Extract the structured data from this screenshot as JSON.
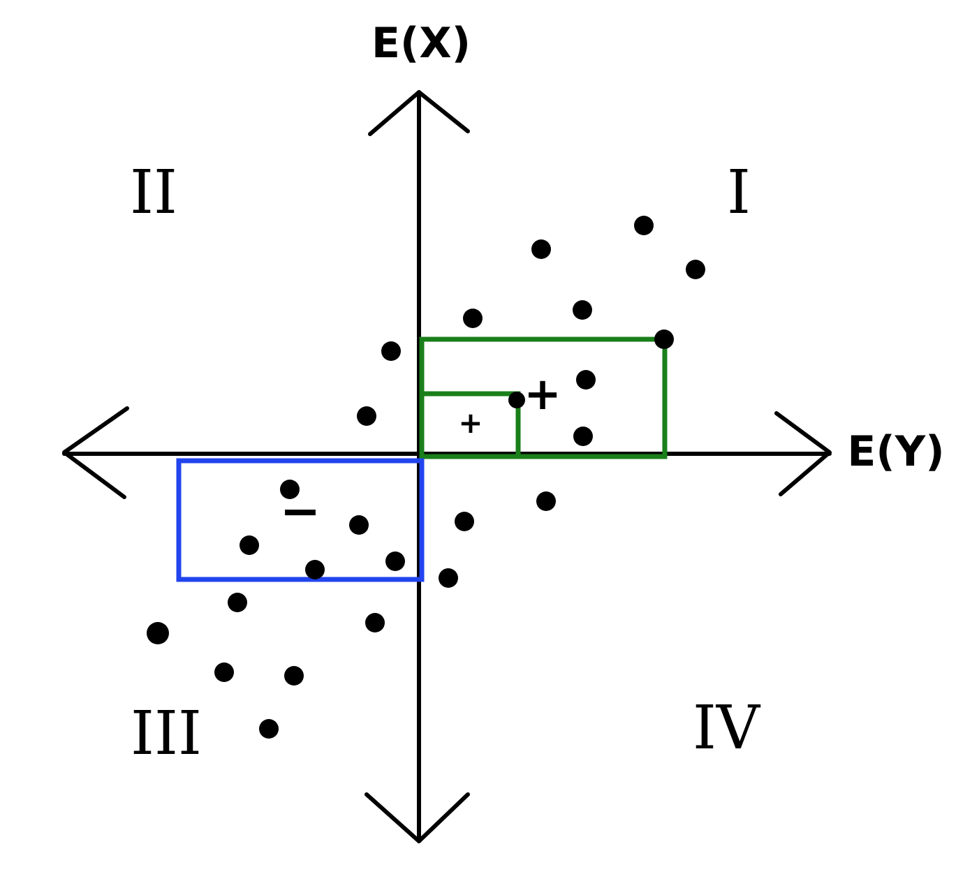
{
  "axes": {
    "vertical_label": "E(X)",
    "horizontal_label": "E(Y)"
  },
  "quadrants": {
    "q1": "I",
    "q2": "II",
    "q3": "III",
    "q4": "IV"
  },
  "rectangles": {
    "large_green_sign": "+",
    "small_green_sign": "+",
    "blue_sign": "−"
  },
  "colors": {
    "axis": "#000000",
    "positive_box": "#1a7f1a",
    "negative_box": "#2244ee",
    "points": "#000000"
  }
}
